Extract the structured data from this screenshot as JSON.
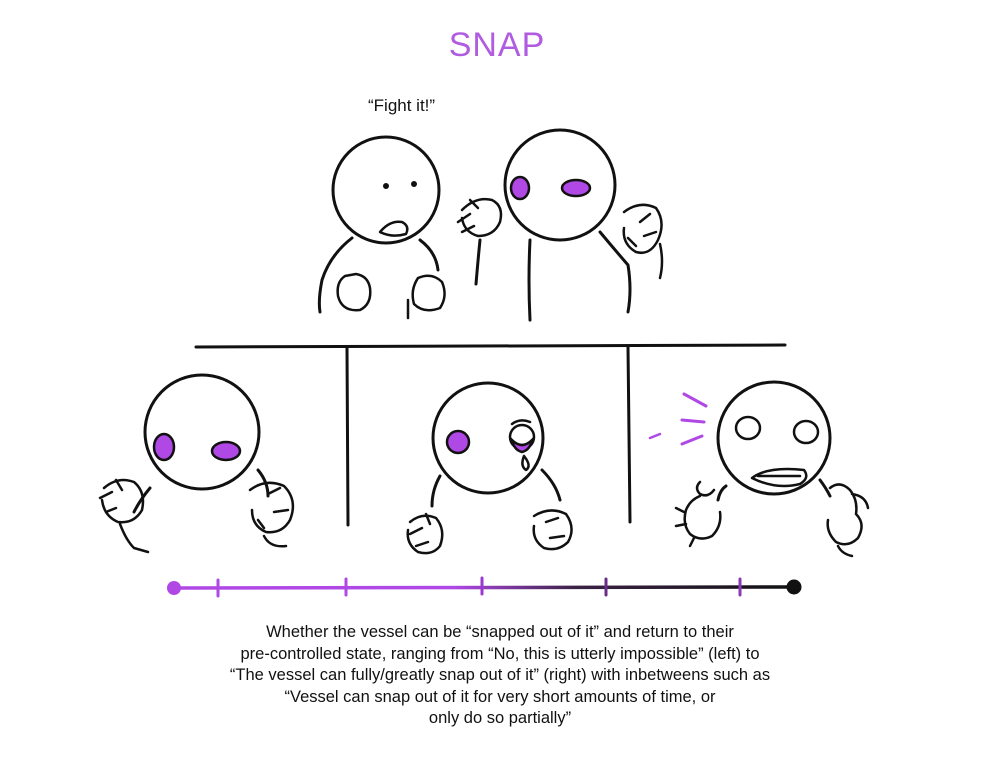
{
  "title": "SNAP",
  "quote": "“Fight it!”",
  "caption": {
    "line1": "Whether the vessel can be “snapped out of it” and return to their",
    "line2": "pre-controlled state, ranging from “No, this is utterly impossible” (left) to",
    "line3": "“The vessel can fully/greatly snap out of it” (right) with inbetweens such as",
    "line4": "“Vessel can snap out of it for very short amounts of time, or",
    "line5": "only do so partially”"
  },
  "scale": {
    "start_color": "#b048e6",
    "end_color": "#111111",
    "tick_count": 5
  },
  "colors": {
    "accent": "#b05ce0",
    "ink": "#111111"
  }
}
